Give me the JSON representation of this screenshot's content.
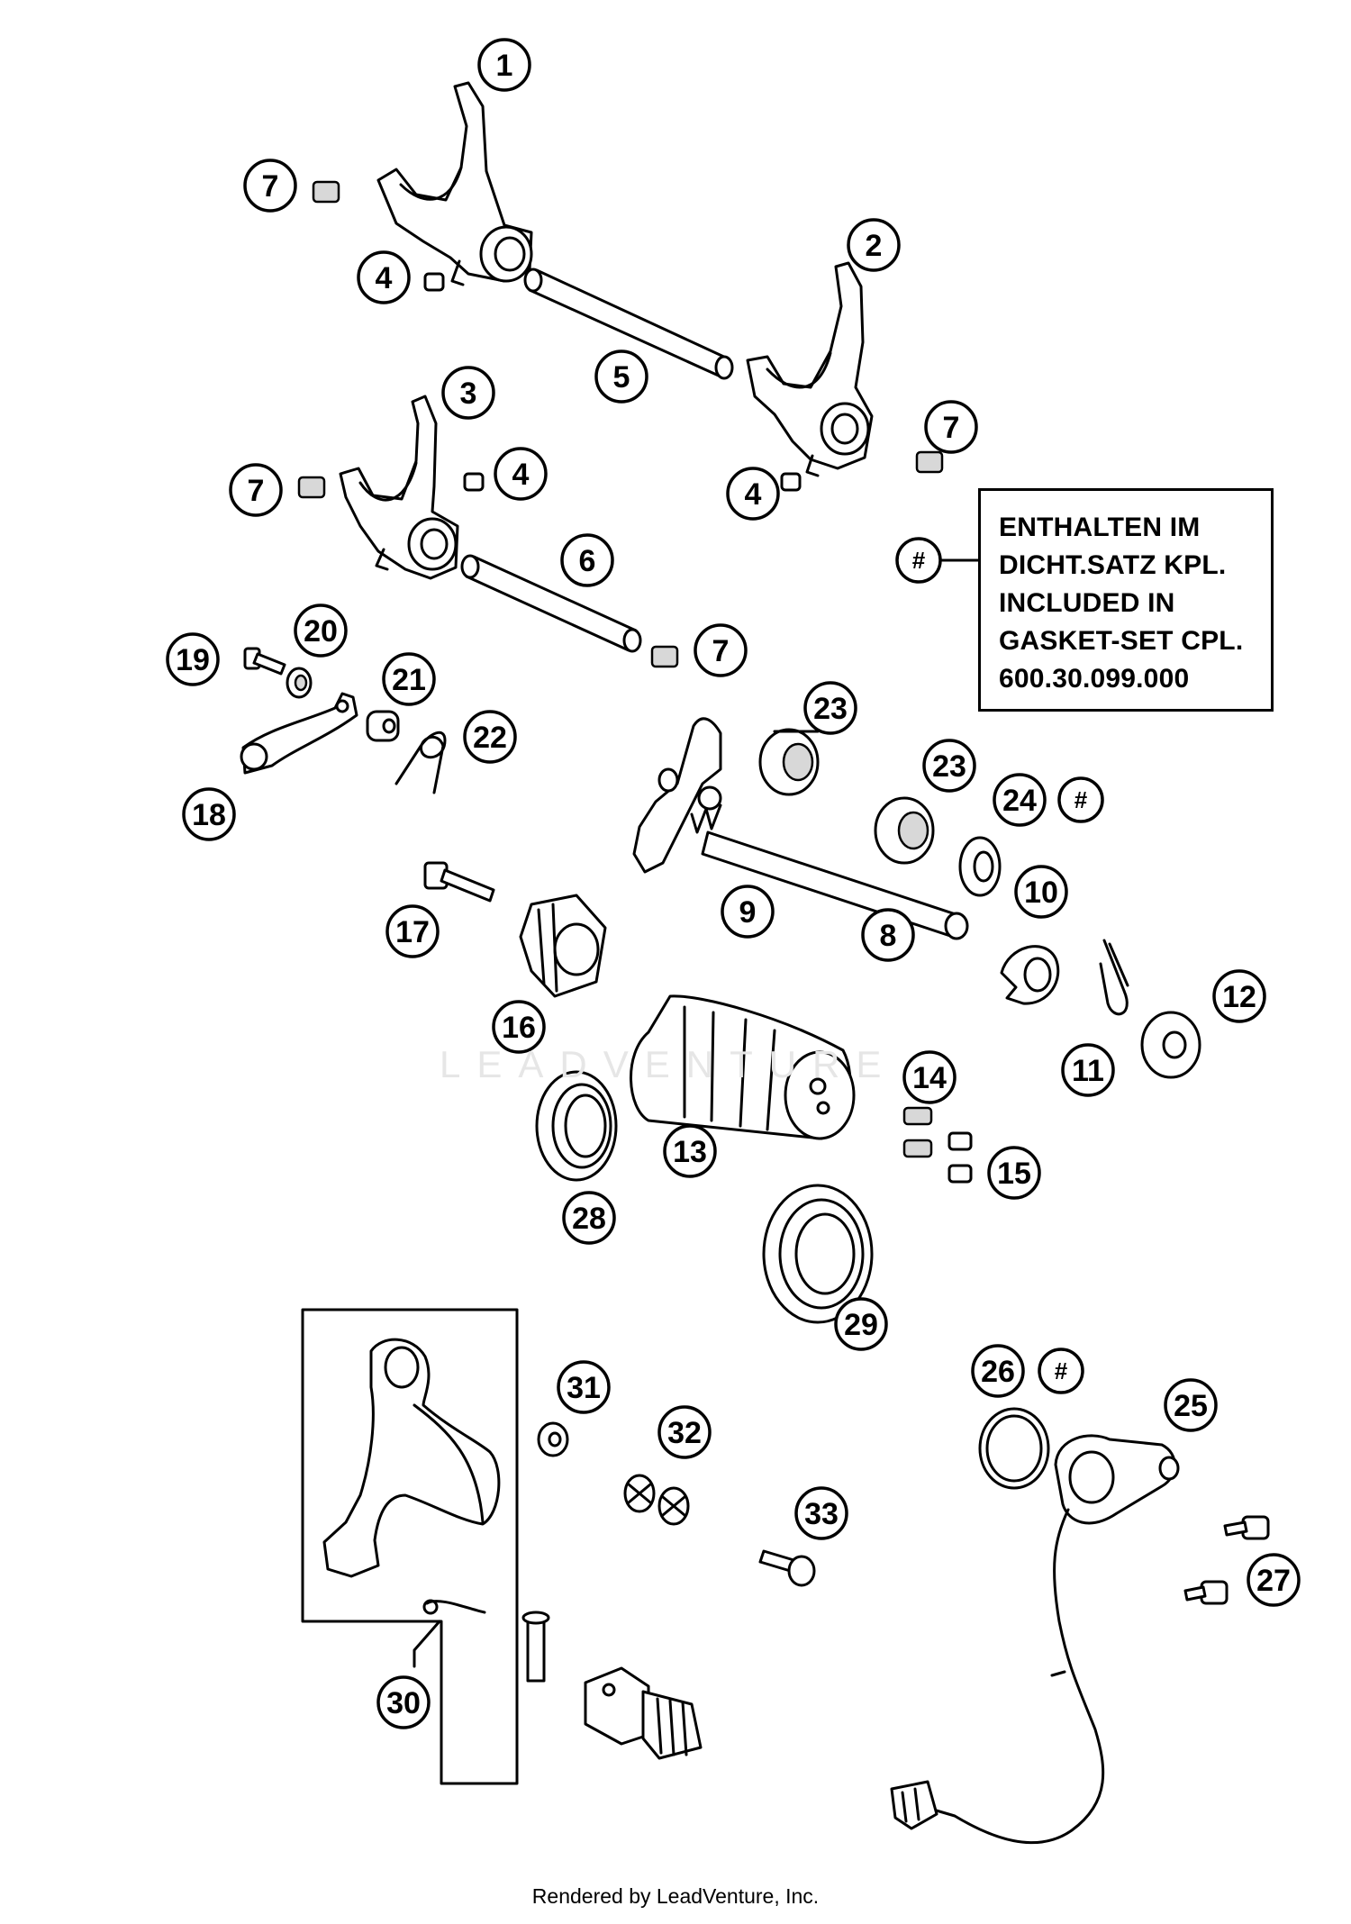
{
  "callouts": [
    "1",
    "2",
    "3",
    "4",
    "5",
    "6",
    "7",
    "8",
    "9",
    "10",
    "11",
    "12",
    "13",
    "14",
    "15",
    "16",
    "17",
    "18",
    "19",
    "20",
    "21",
    "22",
    "23",
    "24",
    "25",
    "26",
    "27",
    "28",
    "29",
    "30",
    "31",
    "32",
    "33"
  ],
  "hash_symbol": "#",
  "note": {
    "lines": [
      "ENTHALTEN IM",
      "DICHT.SATZ KPL.",
      "INCLUDED IN",
      "GASKET-SET CPL.",
      "600.30.099.000"
    ]
  },
  "watermark": "LEADVENTURE",
  "footer": "Rendered by LeadVenture, Inc."
}
